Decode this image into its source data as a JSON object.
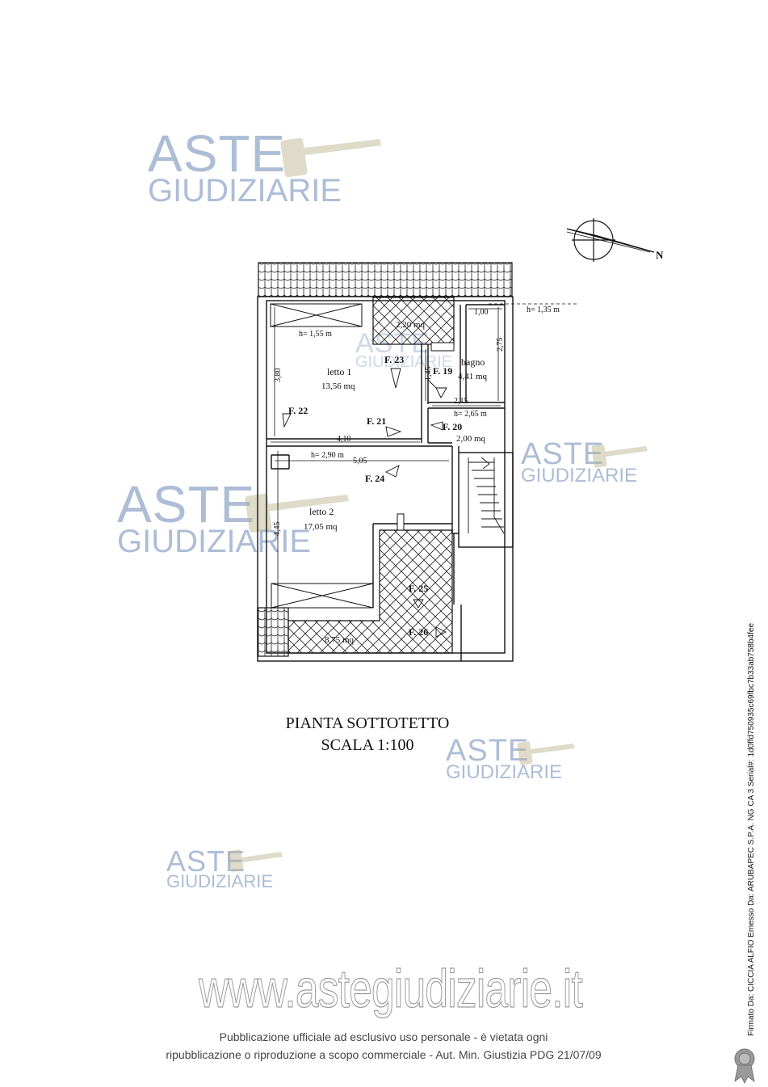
{
  "watermark": {
    "line1": "ASTE",
    "line2": "GIUDIZIARIE"
  },
  "compass": {
    "label": "N"
  },
  "plan": {
    "heights": {
      "h_top_right": "h= 1,35 m",
      "h_letto1": "h= 1,55 m",
      "h_corridor": "h= 2,65 m",
      "h_letto2": "h= 2,90 m"
    },
    "dimensions": {
      "d_100": "1,00",
      "d_275": "2,75",
      "d_380": "3,80",
      "d_145": "1,45",
      "d_215": "2,15",
      "d_410": "4,10",
      "d_505": "5,05",
      "d_445": "4,45"
    },
    "rooms": {
      "area_top": "2,20 mq",
      "letto1_name": "letto 1",
      "letto1_area": "13,56 mq",
      "bagno_name": "bagno",
      "bagno_area": "4,41 mq",
      "disimpegno_area": "2,00 mq",
      "letto2_name": "letto 2",
      "letto2_area": "17,05 mq",
      "terrace_area": "8,75 mq"
    },
    "windows": {
      "f19": "F. 19",
      "f20": "F. 20",
      "f21": "F. 21",
      "f22": "F. 22",
      "f23": "F. 23",
      "f24": "F. 24",
      "f25": "F. 25",
      "f26": "F. 26"
    }
  },
  "title": {
    "line1": "PIANTA SOTTOTETTO",
    "line2": "SCALA 1:100"
  },
  "website": "www.astegiudiziarie.it",
  "notice": {
    "line1": "Pubblicazione ufficiale ad esclusivo uso personale - è vietata ogni",
    "line2": "ripubblicazione o riproduzione a scopo commerciale - Aut. Min. Giustizia PDG 21/07/09"
  },
  "signature": "Firmato Da: CICCIA ALFIO Emesso Da: ARUBAPEC S.P.A. NG CA 3 Serial#: 1d0ffd750935c69fbc7b33ab758b4fee"
}
